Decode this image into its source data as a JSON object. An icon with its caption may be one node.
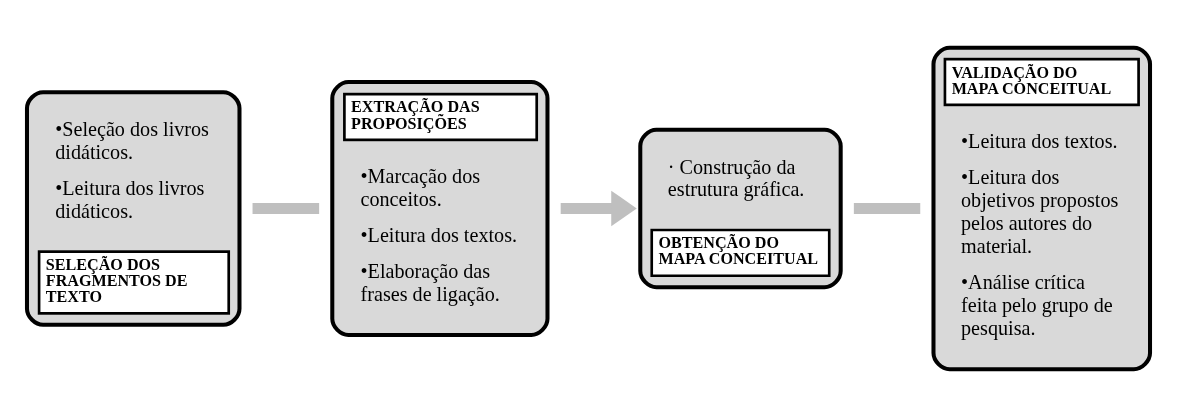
{
  "diagram": {
    "nodes": [
      {
        "text": [
          "•Seleção dos livros didáticos.",
          "•Leitura dos livros didáticos.",
          "SELEÇÃO DOS FRAGMENTOS DE TEXTO"
        ]
      },
      {
        "text": [
          "EXTRAÇÃO DAS PROPOSIÇÕES",
          "•Marcação dos conceitos.",
          "•Leitura dos textos.",
          "•Elaboração das frases de ligação."
        ]
      },
      {
        "text": [
          "· Construção da estrutura gráfica.",
          "OBTENÇÃO DO MAPA CONCEITUAL"
        ]
      },
      {
        "text": [
          "VALIDAÇÃO DO MAPA CONCEITUAL",
          "•Leitura dos textos.",
          "•Leitura dos objetivos propostos pelos autores do material.",
          "•Análise crítica feita pelo grupo de pesquisa."
        ]
      }
    ],
    "edges": [
      {
        "from": 0,
        "to": 1,
        "arrow": "none"
      },
      {
        "from": 1,
        "to": 2,
        "arrow": "to"
      },
      {
        "from": 2,
        "to": 3,
        "arrow": "none"
      }
    ]
  }
}
